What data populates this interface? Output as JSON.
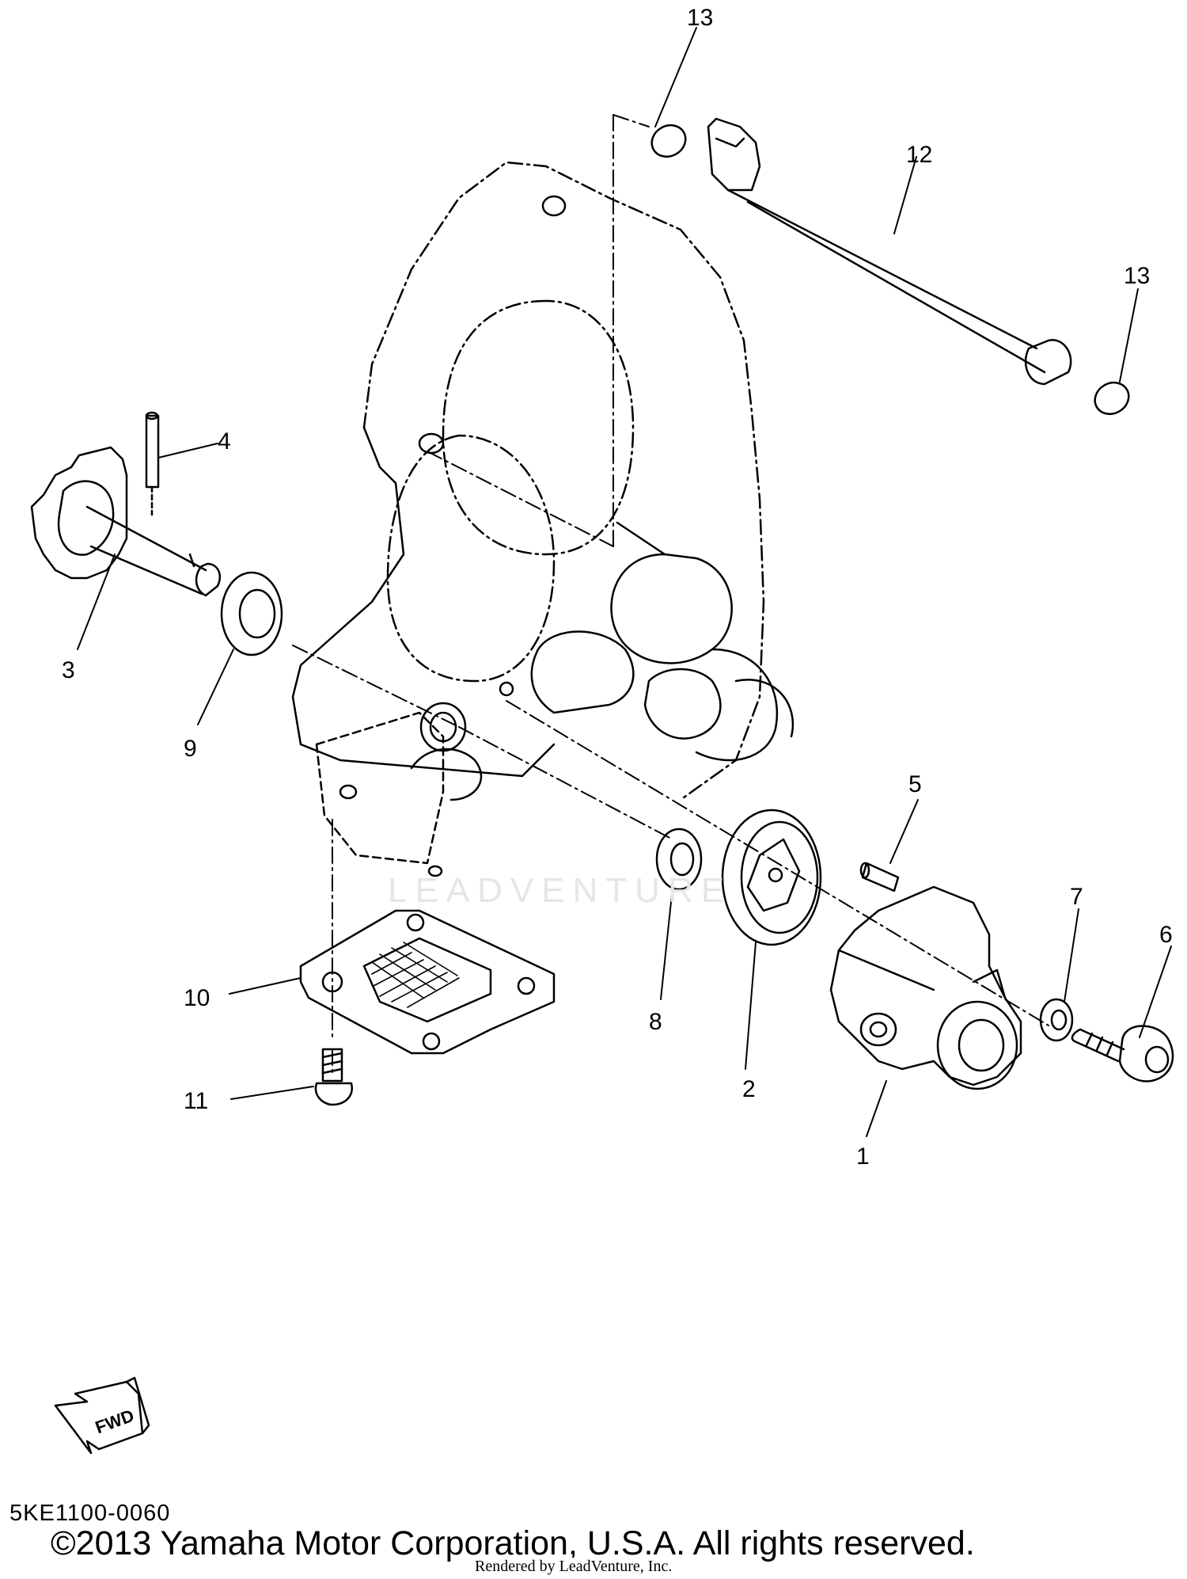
{
  "diagram": {
    "callouts": {
      "c1": "1",
      "c2": "2",
      "c3": "3",
      "c4": "4",
      "c5": "5",
      "c6": "6",
      "c7": "7",
      "c8": "8",
      "c9": "9",
      "c10": "10",
      "c11": "11",
      "c12": "12",
      "c13a": "13",
      "c13b": "13"
    },
    "fwd_arrow_text": "FWD",
    "watermark_text": "LEADVENTURE"
  },
  "footer": {
    "code": "5KE1100-0060",
    "copyright": "©2013 Yamaha Motor Corporation, U.S.A. All rights reserved.",
    "rendered_by": "Rendered by LeadVenture, Inc."
  }
}
